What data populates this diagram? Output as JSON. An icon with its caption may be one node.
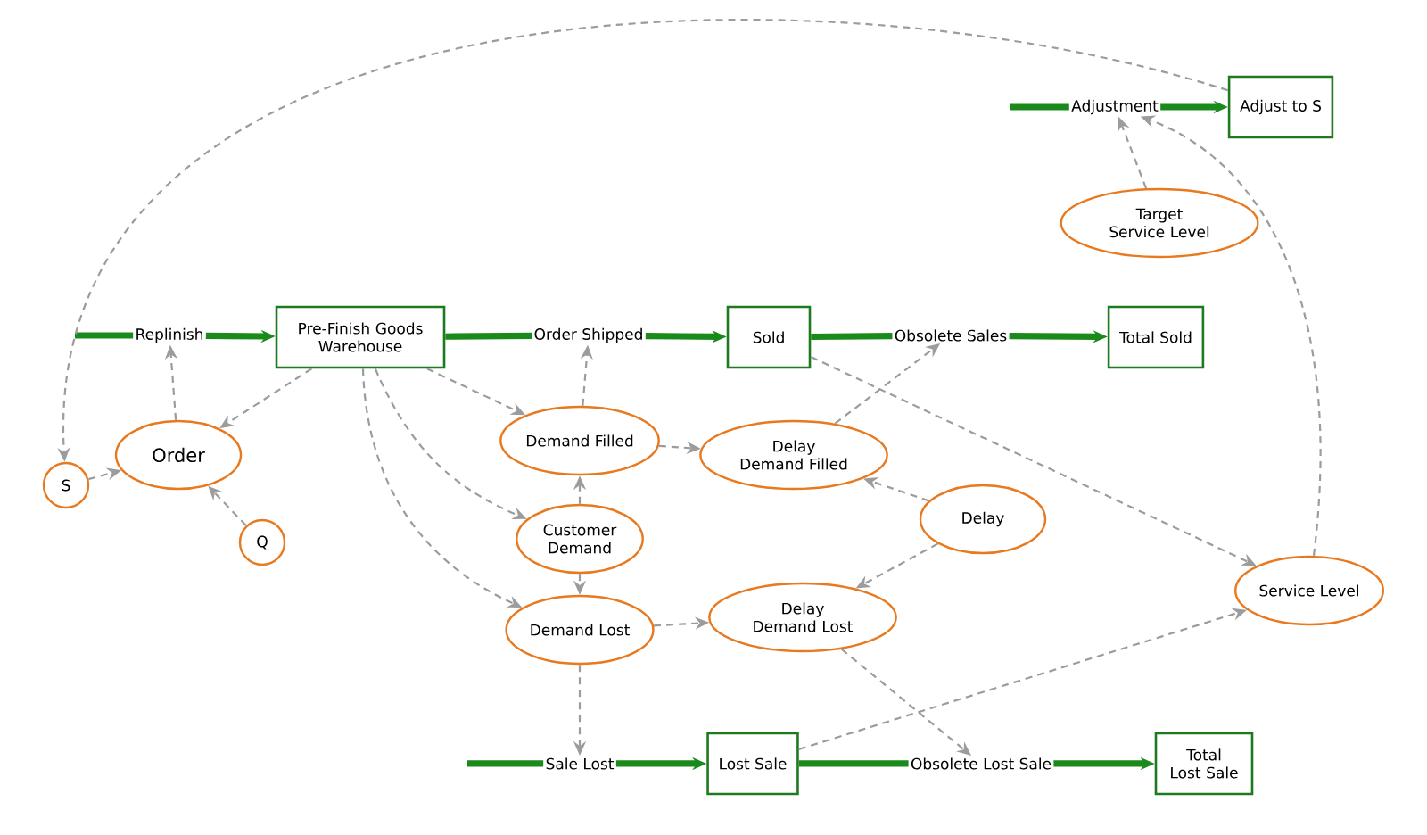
{
  "diagram": {
    "nodes": [
      {
        "text": [
          "Adjust to S"
        ]
      },
      {
        "text": [
          "Adjustment"
        ]
      },
      {
        "text": [
          "Target Service Level"
        ]
      },
      {
        "text": [
          "Replinish"
        ]
      },
      {
        "text": [
          "Pre-Finish Goods Warehouse"
        ]
      },
      {
        "text": [
          "Order Shipped"
        ]
      },
      {
        "text": [
          "Sold"
        ]
      },
      {
        "text": [
          "Obsolete Sales"
        ]
      },
      {
        "text": [
          "Total Sold"
        ]
      },
      {
        "text": [
          "S"
        ]
      },
      {
        "text": [
          "Order"
        ]
      },
      {
        "text": [
          "Q"
        ]
      },
      {
        "text": [
          "Demand Filled"
        ]
      },
      {
        "text": [
          "Delay Demand Filled"
        ]
      },
      {
        "text": [
          "Customer Demand"
        ]
      },
      {
        "text": [
          "Delay"
        ]
      },
      {
        "text": [
          "Demand Lost"
        ]
      },
      {
        "text": [
          "Delay Demand Lost"
        ]
      },
      {
        "text": [
          "Service Level"
        ]
      },
      {
        "text": [
          "Sale Lost"
        ]
      },
      {
        "text": [
          "Lost Sale"
        ]
      },
      {
        "text": [
          "Obsolete Lost Sale"
        ]
      },
      {
        "text": [
          "Total Lost Sale"
        ]
      }
    ],
    "edges": [
      {
        "from": null,
        "to": 3,
        "arrow": "none",
        "style": "thick",
        "color": "#1a8a1a"
      },
      {
        "from": 3,
        "to": 4,
        "arrow": "to",
        "style": "thick",
        "color": "#1a8a1a"
      },
      {
        "from": 4,
        "to": 5,
        "arrow": "none",
        "style": "thick",
        "color": "#1a8a1a"
      },
      {
        "from": 5,
        "to": 6,
        "arrow": "to",
        "style": "thick",
        "color": "#1a8a1a"
      },
      {
        "from": 6,
        "to": 7,
        "arrow": "none",
        "style": "thick",
        "color": "#1a8a1a"
      },
      {
        "from": 7,
        "to": 8,
        "arrow": "to",
        "style": "thick",
        "color": "#1a8a1a"
      },
      {
        "from": null,
        "to": 1,
        "arrow": "none",
        "style": "thick",
        "color": "#1a8a1a"
      },
      {
        "from": 1,
        "to": 0,
        "arrow": "to",
        "style": "thick",
        "color": "#1a8a1a"
      },
      {
        "from": null,
        "to": 19,
        "arrow": "none",
        "style": "thick",
        "color": "#1a8a1a"
      },
      {
        "from": 19,
        "to": 20,
        "arrow": "to",
        "style": "thick",
        "color": "#1a8a1a"
      },
      {
        "from": 20,
        "to": 21,
        "arrow": "none",
        "style": "thick",
        "color": "#1a8a1a"
      },
      {
        "from": 21,
        "to": 22,
        "arrow": "to",
        "style": "thick",
        "color": "#1a8a1a"
      },
      {
        "from": 4,
        "to": 10,
        "arrow": "to",
        "style": "dashed"
      },
      {
        "from": 10,
        "to": 3,
        "arrow": "to",
        "style": "dashed"
      },
      {
        "from": 9,
        "to": 10,
        "arrow": "to",
        "style": "dashed"
      },
      {
        "from": 11,
        "to": 10,
        "arrow": "to",
        "style": "dashed"
      },
      {
        "from": 4,
        "to": 12,
        "arrow": "to",
        "style": "dashed"
      },
      {
        "from": 4,
        "to": 14,
        "arrow": "to",
        "style": "dashed"
      },
      {
        "from": 4,
        "to": 16,
        "arrow": "to",
        "style": "dashed"
      },
      {
        "from": 14,
        "to": 12,
        "arrow": "to",
        "style": "dashed"
      },
      {
        "from": 14,
        "to": 16,
        "arrow": "to",
        "style": "dashed"
      },
      {
        "from": 12,
        "to": 5,
        "arrow": "to",
        "style": "dashed"
      },
      {
        "from": 12,
        "to": 13,
        "arrow": "to",
        "style": "dashed"
      },
      {
        "from": 16,
        "to": 17,
        "arrow": "to",
        "style": "dashed"
      },
      {
        "from": 16,
        "to": 19,
        "arrow": "to",
        "style": "dashed"
      },
      {
        "from": 13,
        "to": 7,
        "arrow": "to",
        "style": "dashed"
      },
      {
        "from": 15,
        "to": 13,
        "arrow": "to",
        "style": "dashed"
      },
      {
        "from": 15,
        "to": 17,
        "arrow": "to",
        "style": "dashed"
      },
      {
        "from": 17,
        "to": 21,
        "arrow": "to",
        "style": "dashed"
      },
      {
        "from": 6,
        "to": 18,
        "arrow": "to",
        "style": "dashed"
      },
      {
        "from": 20,
        "to": 18,
        "arrow": "to",
        "style": "dashed"
      },
      {
        "from": 18,
        "to": 1,
        "arrow": "to",
        "style": "dashed"
      },
      {
        "from": 2,
        "to": 1,
        "arrow": "to",
        "style": "dashed"
      },
      {
        "from": 0,
        "to": 9,
        "arrow": "to",
        "style": "dashed"
      }
    ]
  }
}
